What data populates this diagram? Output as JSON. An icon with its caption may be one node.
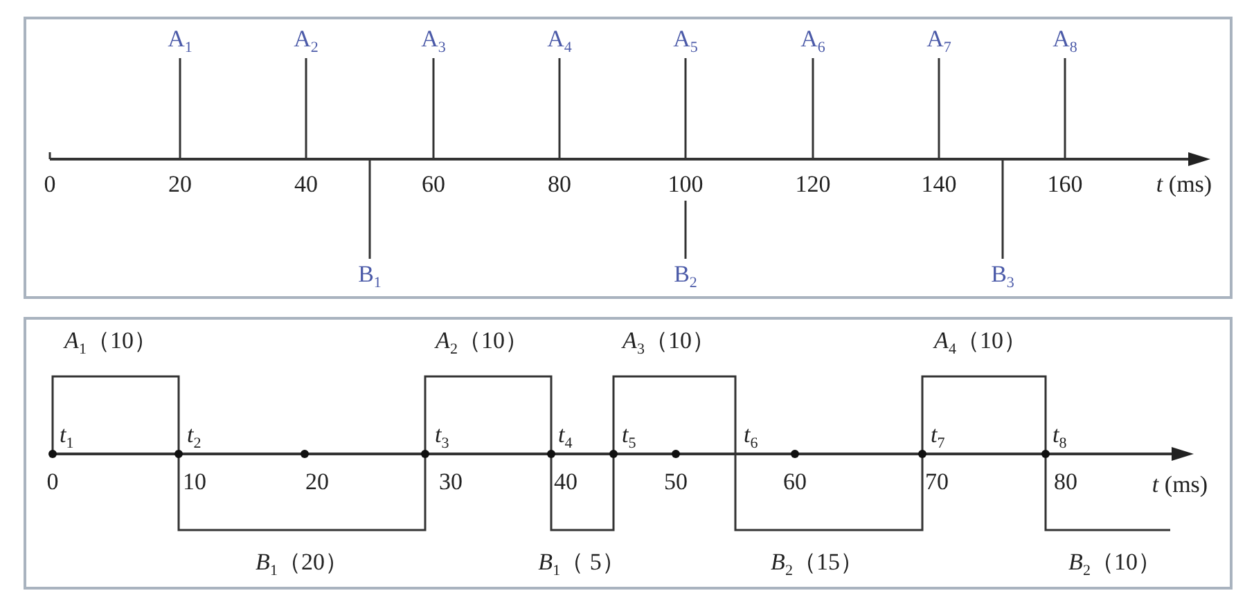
{
  "diagram": {
    "labels": [
      "A$_{1}$",
      "A$_{2}$",
      "A$_{3}$",
      "A$_{4}$",
      "A$_{5}$",
      "A$_{6}$",
      "A$_{7}$",
      "A$_{8}$",
      "0",
      "20",
      "40",
      "60",
      "80",
      "100",
      "120",
      "140",
      "160",
      "*t* (ms)",
      "B$_{1}$",
      "B$_{2}$",
      "B$_{3}$",
      "*A*$_{1}$（10）",
      "*A*$_{2}$（10）",
      "*A*$_{3}$（10）",
      "*A*$_{4}$（10）",
      "*t*$_{1}$",
      "*t*$_{2}$",
      "*t*$_{3}$",
      "*t*$_{4}$",
      "*t*$_{5}$",
      "*t*$_{6}$",
      "*t*$_{7}$",
      "*t*$_{8}$",
      "0",
      "10",
      "20",
      "30",
      "40",
      "50",
      "60",
      "70",
      "80",
      "*t* (ms)",
      "*B*$_{1}$（20）",
      "*B*$_{1}$（ 5）",
      "*B*$_{2}$（15）",
      "*B*$_{2}$（10）"
    ]
  }
}
